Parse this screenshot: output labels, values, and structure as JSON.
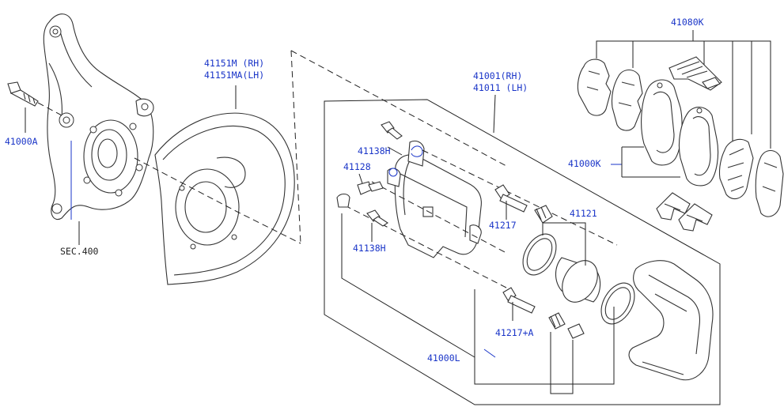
{
  "diagram": {
    "labels": {
      "knuckle_bolt": "41000A",
      "knuckle_ref": "SEC.400",
      "shield_rh": "41151M  (RH)",
      "shield_lh": "41151MA(LH)",
      "caliper_rh": "41001(RH)",
      "caliper_lh": "41011 (LH)",
      "bleeder_bolt_top": "41138H",
      "bleeder_screw": "41128",
      "bleeder_bolt_bottom": "41138H",
      "guide_pin": "41217",
      "piston_seal": "41121",
      "guide_pin_kit": "41217+A",
      "caliper_assy": "41000L",
      "pad_kit": "41080K",
      "pad_set": "41000K"
    },
    "colors": {
      "label_blue": "#1a35c8",
      "label_black": "#222222",
      "line": "#333333"
    }
  }
}
